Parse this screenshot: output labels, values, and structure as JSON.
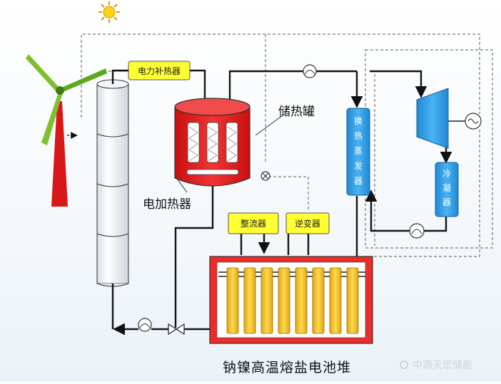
{
  "labels": {
    "electric_heat_supplement": "电力补热器",
    "heat_storage_tank": "储热罐",
    "electric_heater": "电加热器",
    "heat_exchanger_evaporator": [
      "换",
      "热",
      "蒸",
      "发",
      "器"
    ],
    "condenser": [
      "冷",
      "凝",
      "器"
    ],
    "rectifier": "整流器",
    "inverter": "逆变器",
    "battery_stack": "钠镍高温熔盐电池堆"
  },
  "watermark": "中源天宏储能",
  "icons": [
    "sun-icon",
    "wind-turbine-icon",
    "solar-tower-icon",
    "pump-icon",
    "valve-icon",
    "turbine-icon",
    "generator-icon"
  ],
  "colors": {
    "red": "#e21d1d",
    "blue": "#2d9be0",
    "yellow_box": "#ffff33",
    "cell_fill": "#f4c22a",
    "line": "#1b1b1b",
    "dashed": "#777777"
  }
}
